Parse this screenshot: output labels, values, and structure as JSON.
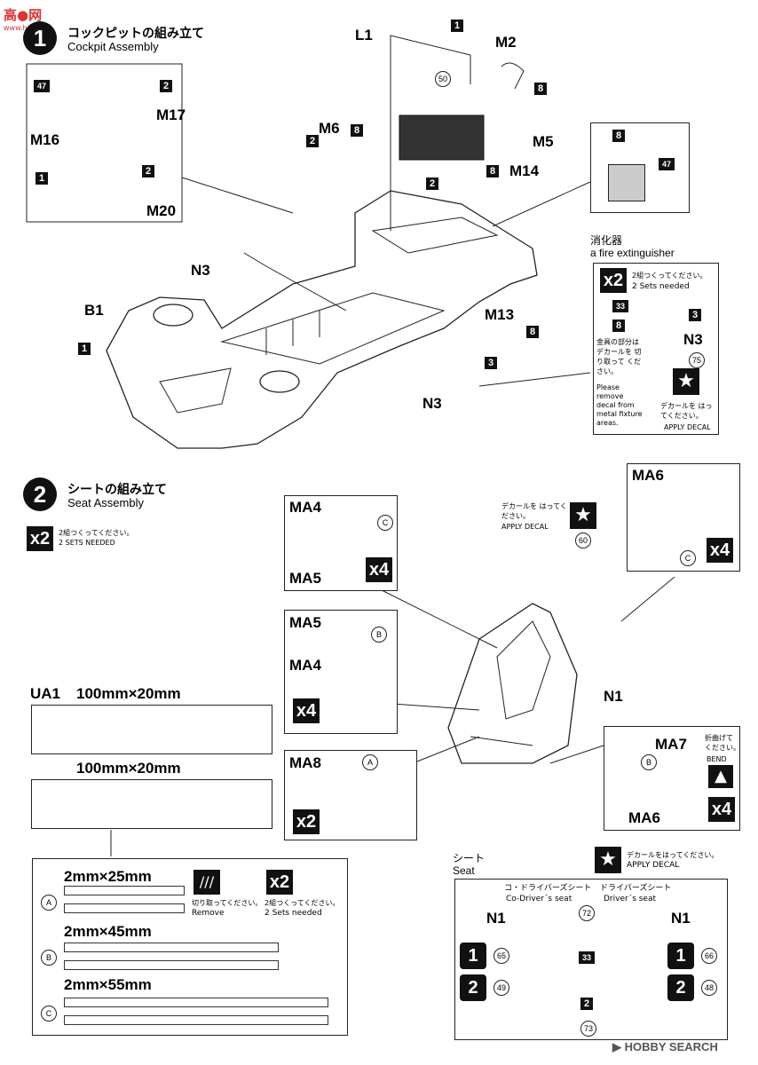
{
  "watermark": {
    "top": "高●网",
    "sub": "www.hobby..."
  },
  "step1": {
    "number": "1",
    "title_jp": "コックピットの組み立て",
    "title_en": "Cockpit Assembly"
  },
  "step2": {
    "number": "2",
    "title_jp": "シートの組み立て",
    "title_en": "Seat Assembly",
    "times": "x2",
    "note_jp": "2組つくってください。",
    "note_en": "2 SETS NEEDED"
  },
  "parts": {
    "L1": "L1",
    "M2": "M2",
    "M5": "M5",
    "M6": "M6",
    "M13": "M13",
    "M14": "M14",
    "M16": "M16",
    "M17": "M17",
    "M20": "M20",
    "B1": "B1",
    "N3a": "N3",
    "N3b": "N3",
    "N3c": "N3",
    "MA4a": "MA4",
    "MA5a": "MA5",
    "MA5b": "MA5",
    "MA4b": "MA4",
    "MA6a": "MA6",
    "MA6b": "MA6",
    "MA7": "MA7",
    "MA8": "MA8",
    "N1": "N1",
    "N1L": "N1",
    "N1R": "N1"
  },
  "numbers": {
    "n1a": "1",
    "n1b": "1",
    "n2a": "2",
    "n2b": "2",
    "n2c": "2",
    "n2d": "2",
    "n3a": "3",
    "n3b": "3",
    "n8a": "8",
    "n8b": "8",
    "n8c": "8",
    "n8d": "8",
    "n8e": "8",
    "n8f": "8",
    "n47a": "47",
    "n47b": "47",
    "n50": "50",
    "n33a": "33",
    "n33b": "33",
    "n75": "75",
    "n60": "60",
    "n72": "72",
    "n65": "65",
    "n66": "66",
    "n49": "49",
    "n48": "48",
    "n73": "73",
    "n2seat": "2"
  },
  "extinguisher": {
    "title_jp": "消化器",
    "title_en": "a fire extinguisher",
    "times": "x2",
    "sets_jp": "2組つくってください。",
    "sets_en": "2 Sets needed",
    "remove_jp": "金具の部分は デカールを 切り取って ください。",
    "remove_en": "Please remove decal from metal fixture areas.",
    "decal_jp": "デカールを はってください。",
    "decal_en": "APPLY DECAL"
  },
  "seat_decal": {
    "jp": "デカールを はってください。",
    "en": "APPLY DECAL"
  },
  "bend": {
    "jp": "折曲げて ください。",
    "en": "BEND"
  },
  "times_labels": {
    "x4a": "x4",
    "x4b": "x4",
    "x4c": "x4",
    "x4d": "x4",
    "x2a": "x2"
  },
  "ua1": {
    "label": "UA1",
    "size1": "100mm×20mm",
    "size2": "100mm×20mm"
  },
  "belts": {
    "a": {
      "mark": "A",
      "size": "2mm×25mm"
    },
    "b": {
      "mark": "B",
      "size": "2mm×45mm"
    },
    "c": {
      "mark": "C",
      "size": "2mm×55mm"
    },
    "remove_jp": "切り取ってください。",
    "remove_en": "Remove",
    "times": "x2",
    "sets_jp": "2組つくってください。",
    "sets_en": "2 Sets needed"
  },
  "seat_section": {
    "title_jp": "シート",
    "title_en": "Seat",
    "decal_jp": "デカールをはってください。",
    "decal_en": "APPLY DECAL",
    "codriver_jp": "コ・ドライバーズシート",
    "codriver_en": "Co-Driver´s seat",
    "driver_jp": "ドライバーズシート",
    "driver_en": "Driver´s seat",
    "step1": "1",
    "step2": "2",
    "step1r": "1",
    "step2r": "2"
  },
  "footer": {
    "brand": "HOBBY SEARCH"
  }
}
